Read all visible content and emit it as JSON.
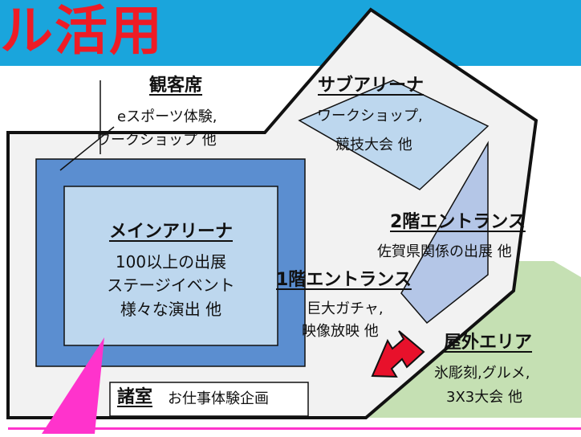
{
  "banner": {
    "title": "ル活用",
    "band_color": "#1aa5dc",
    "title_color": "#ee1c25"
  },
  "colors": {
    "building_fill": "#f2f2f2",
    "main_arena_outer": "#5b8ed0",
    "main_arena_inner": "#bdd7ee",
    "sub_arena": "#bdd7ee",
    "entrance_ramp": "#b4c6e7",
    "outdoor_area": "#c5e0b3",
    "arrow": "#e8112b",
    "pointer": "#ff33cc"
  },
  "areas": {
    "seating": {
      "heading": "観客席",
      "line1": "eスポーツ体験,",
      "line2": "ワークショップ 他"
    },
    "sub_arena": {
      "heading": "サブアリーナ",
      "line1": "ワークショップ,",
      "line2": "競技大会 他"
    },
    "main_arena": {
      "heading": "メインアリーナ",
      "line1": "100以上の出展",
      "line2": "ステージイベント",
      "line3": "様々な演出 他"
    },
    "entrance_2f": {
      "heading": "2階エントランス",
      "line1": "佐賀県関係の出展 他"
    },
    "entrance_1f": {
      "heading": "1階エントランス",
      "line1": "巨大ガチャ,",
      "line2": "映像放映 他"
    },
    "outdoor": {
      "heading": "屋外エリア",
      "line1": "氷彫刻,グルメ,",
      "line2": "3X3大会 他"
    },
    "rooms": {
      "heading": "諸室",
      "line1": "お仕事体験企画"
    }
  }
}
